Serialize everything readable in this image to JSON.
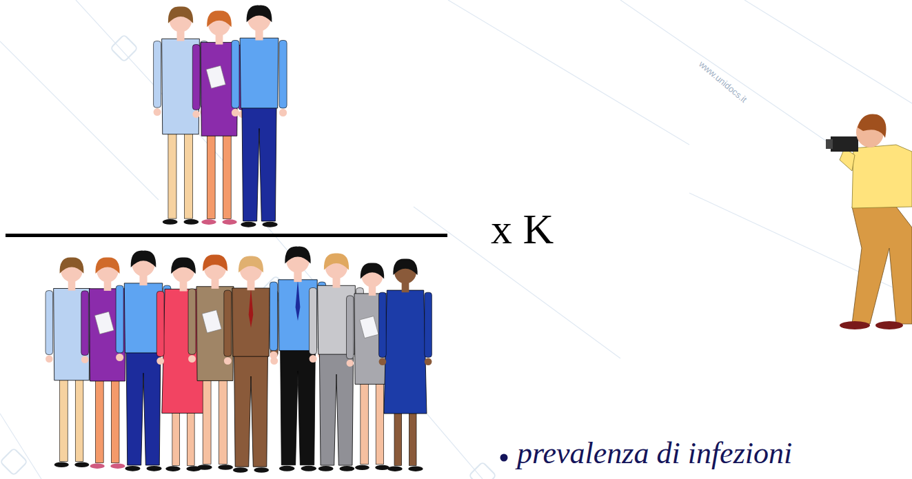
{
  "diagram": {
    "labels": [
      "x K",
      "prevalenza di infezioni",
      "www.unidocs.it"
    ]
  }
}
